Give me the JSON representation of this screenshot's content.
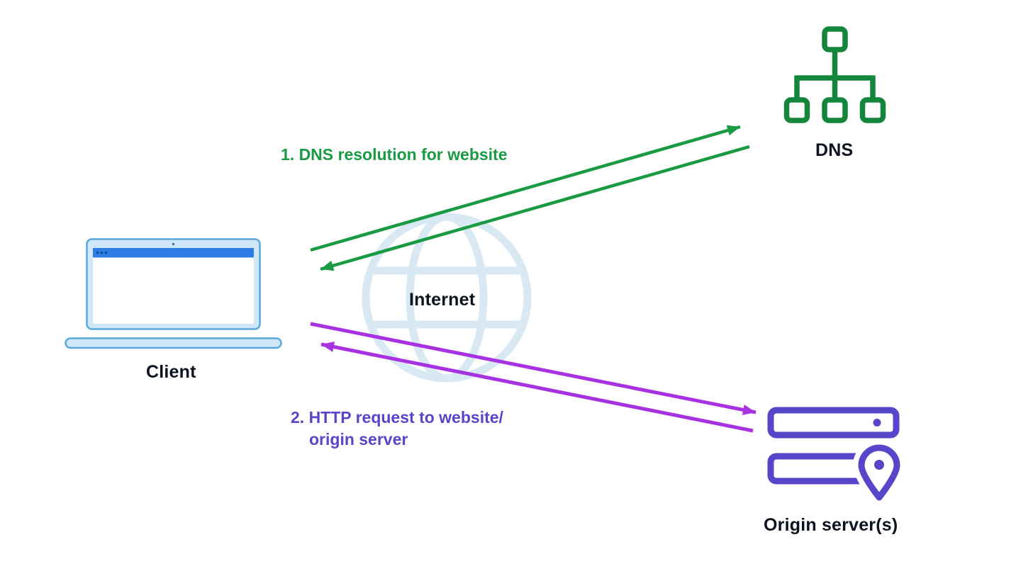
{
  "diagram": {
    "nodes": {
      "client": {
        "label": "Client",
        "icon": "laptop-icon"
      },
      "internet": {
        "label": "Internet",
        "icon": "globe-icon"
      },
      "dns": {
        "label": "DNS",
        "icon": "dns-tree-icon"
      },
      "origin": {
        "label": "Origin server(s)",
        "icon": "origin-server-icon"
      }
    },
    "steps": {
      "step1": {
        "label": "1. DNS resolution for website"
      },
      "step2": {
        "line1": "2. HTTP request to website/",
        "line2": "origin server"
      }
    },
    "colors": {
      "green": "#1a9a43",
      "purple_arrow": "#a832e2",
      "indigo_text": "#5746c9",
      "globe": "#d9e9f4",
      "laptop_fill": "#cfe7f7",
      "laptop_stroke": "#58a8dc",
      "titlebar": "#2d7de5",
      "dns_green": "#13863b",
      "server_purple": "#5746c9"
    }
  }
}
